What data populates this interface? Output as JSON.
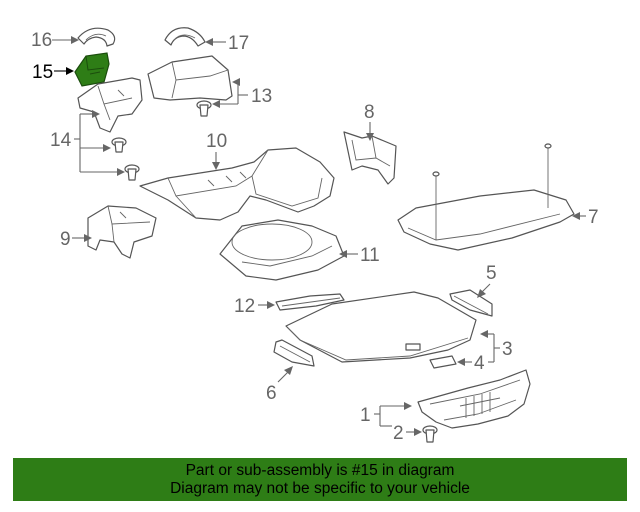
{
  "diagram": {
    "highlighted_part": "15",
    "highlight_color": "#2e7d16",
    "callouts": {
      "c1": "1",
      "c2": "2",
      "c3": "3",
      "c4": "4",
      "c5": "5",
      "c6": "6",
      "c7": "7",
      "c8": "8",
      "c9": "9",
      "c10": "10",
      "c11": "11",
      "c12": "12",
      "c13": "13",
      "c14": "14",
      "c15": "15",
      "c16": "16",
      "c17": "17"
    }
  },
  "caption": {
    "line1": "Part or sub-assembly is #15 in diagram",
    "line2": "Diagram may not be specific to your vehicle",
    "background": "#2e7d16"
  }
}
